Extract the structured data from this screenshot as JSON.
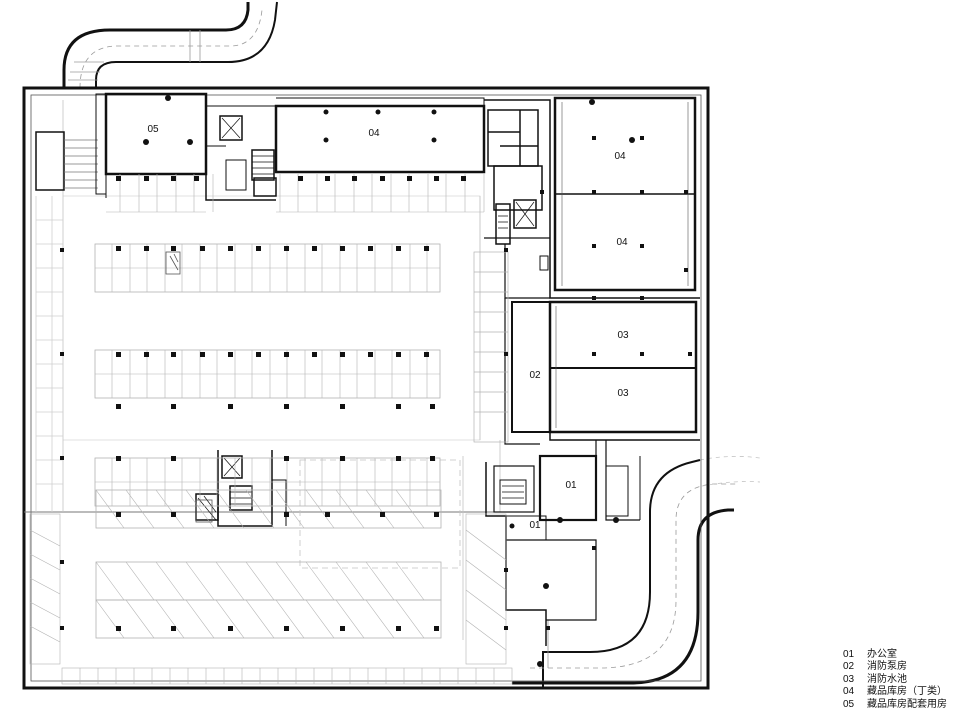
{
  "rooms": {
    "r05": "05",
    "r04a": "04",
    "r04b": "04",
    "r04c": "04",
    "r03a": "03",
    "r03b": "03",
    "r02": "02",
    "r01a": "01",
    "r01b": "01"
  },
  "legend": [
    {
      "num": "01",
      "label": "办公室"
    },
    {
      "num": "02",
      "label": "消防泵房"
    },
    {
      "num": "03",
      "label": "消防水池"
    },
    {
      "num": "04",
      "label": "藏品库房（丁类）"
    },
    {
      "num": "05",
      "label": "藏品库房配套用房"
    }
  ],
  "colors": {
    "wall": "#111111",
    "fine_line": "#9a9a9a",
    "faint_line": "#c4c4c4",
    "background": "#ffffff"
  }
}
